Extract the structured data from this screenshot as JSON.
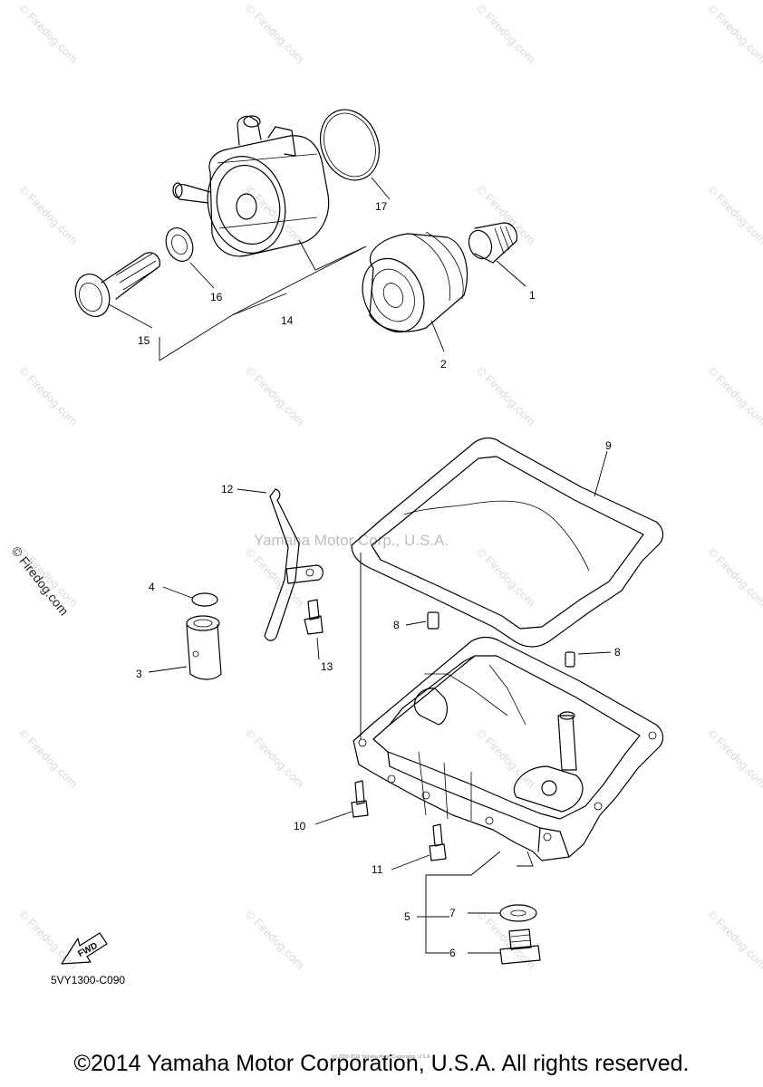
{
  "watermark": {
    "repeat_text": "© Firedog.com",
    "side_text": "© Firedog.com",
    "center_text": "Yamaha Motor Corp., U.S.A."
  },
  "callouts": {
    "p1": "1",
    "p2": "2",
    "p3": "3",
    "p4": "4",
    "p5": "5",
    "p6": "6",
    "p7": "7",
    "p8a": "8",
    "p8b": "8",
    "p9": "9",
    "p10": "10",
    "p11": "11",
    "p12": "12",
    "p13": "13",
    "p14": "14",
    "p15": "15",
    "p16": "16",
    "p17": "17"
  },
  "fwd_label": "FWD",
  "diagram_code": "5VY1300-C090",
  "footer": {
    "copyright": "©2014 Yamaha Motor Corporation, U.S.A. All rights reserved.",
    "fine_print": "(c) 2000-2016 Yamaha Motor Corporation, U.S.A."
  }
}
